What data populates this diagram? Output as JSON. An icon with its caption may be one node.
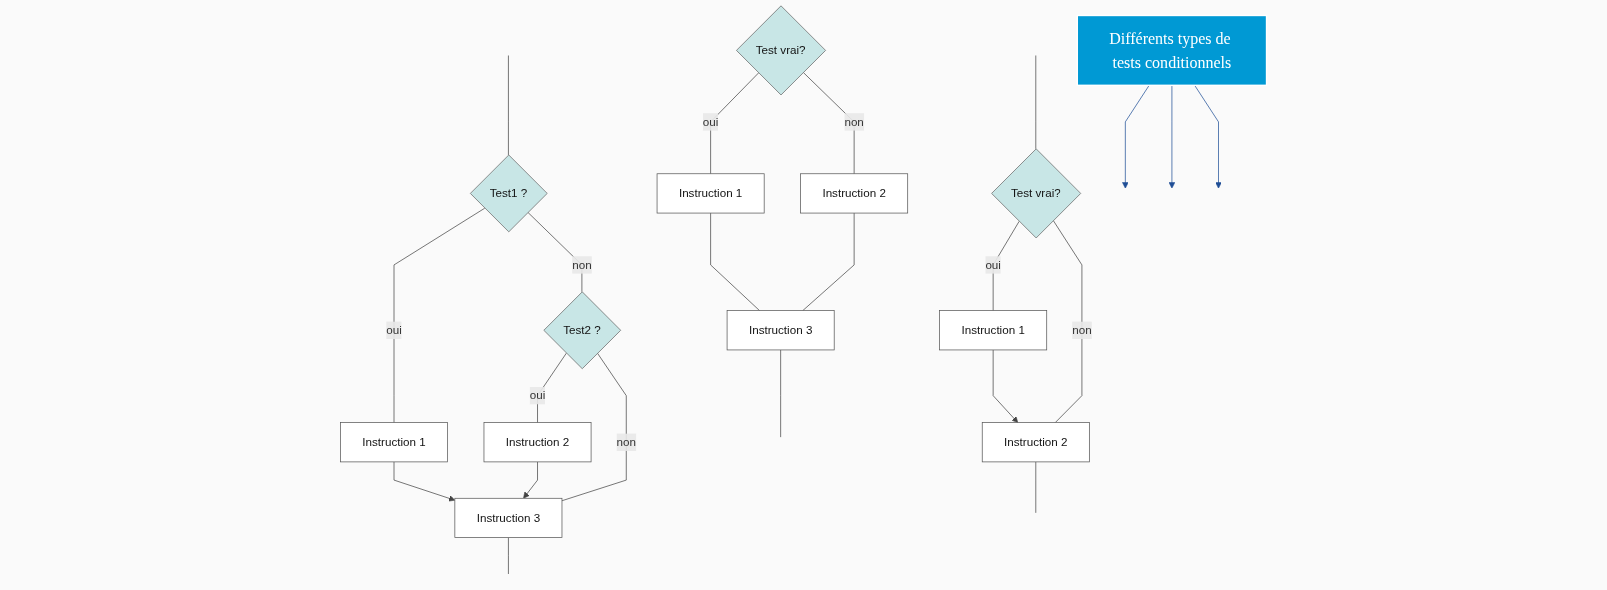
{
  "diagram": {
    "nodes": [
      {
        "text": [
          "Différents types de tests conditionnels"
        ]
      },
      {
        "text": [
          "Test vrai?"
        ]
      },
      {
        "text": [
          "Instruction 1"
        ]
      },
      {
        "text": [
          "Instruction 2"
        ]
      },
      {
        "text": [
          "Test vrai?"
        ]
      },
      {
        "text": [
          "Instruction 1"
        ]
      },
      {
        "text": [
          "Instruction 2"
        ]
      },
      {
        "text": [
          "Instruction 3"
        ]
      },
      {
        "text": [
          "Test1 ?"
        ]
      },
      {
        "text": [
          "Instruction 1"
        ]
      },
      {
        "text": [
          "Test2 ?"
        ]
      },
      {
        "text": [
          "Instruction 2"
        ]
      },
      {
        "text": [
          "Instruction 3"
        ]
      }
    ],
    "edges": [
      {
        "from": 0,
        "to": null,
        "arrow": "to",
        "color": "#1f4e96"
      },
      {
        "from": 0,
        "to": null,
        "arrow": "to",
        "color": "#1f4e96"
      },
      {
        "from": 0,
        "to": null,
        "arrow": "to",
        "color": "#1f4e96"
      },
      {
        "from": null,
        "to": 1,
        "arrow": "none"
      },
      {
        "from": 1,
        "to": 2,
        "label": "oui",
        "arrow": "none"
      },
      {
        "from": 1,
        "to": 3,
        "label": "non",
        "arrow": "none"
      },
      {
        "from": 2,
        "to": 3,
        "arrow": "to"
      },
      {
        "from": 3,
        "to": null,
        "arrow": "none"
      },
      {
        "from": 4,
        "to": 5,
        "label": "oui",
        "arrow": "none"
      },
      {
        "from": 4,
        "to": 6,
        "label": "non",
        "arrow": "none"
      },
      {
        "from": 5,
        "to": 7,
        "arrow": "none"
      },
      {
        "from": 6,
        "to": 7,
        "arrow": "none"
      },
      {
        "from": 7,
        "to": null,
        "arrow": "none"
      },
      {
        "from": null,
        "to": 8,
        "arrow": "none"
      },
      {
        "from": 8,
        "to": 9,
        "label": "oui",
        "arrow": "none"
      },
      {
        "from": 8,
        "to": 10,
        "label": "non",
        "arrow": "none"
      },
      {
        "from": 10,
        "to": 11,
        "label": "oui",
        "arrow": "none"
      },
      {
        "from": 10,
        "to": 12,
        "label": "non",
        "arrow": "none"
      },
      {
        "from": 9,
        "to": 12,
        "arrow": "to"
      },
      {
        "from": 11,
        "to": 12,
        "arrow": "to"
      },
      {
        "from": 12,
        "to": null,
        "arrow": "none"
      }
    ]
  }
}
